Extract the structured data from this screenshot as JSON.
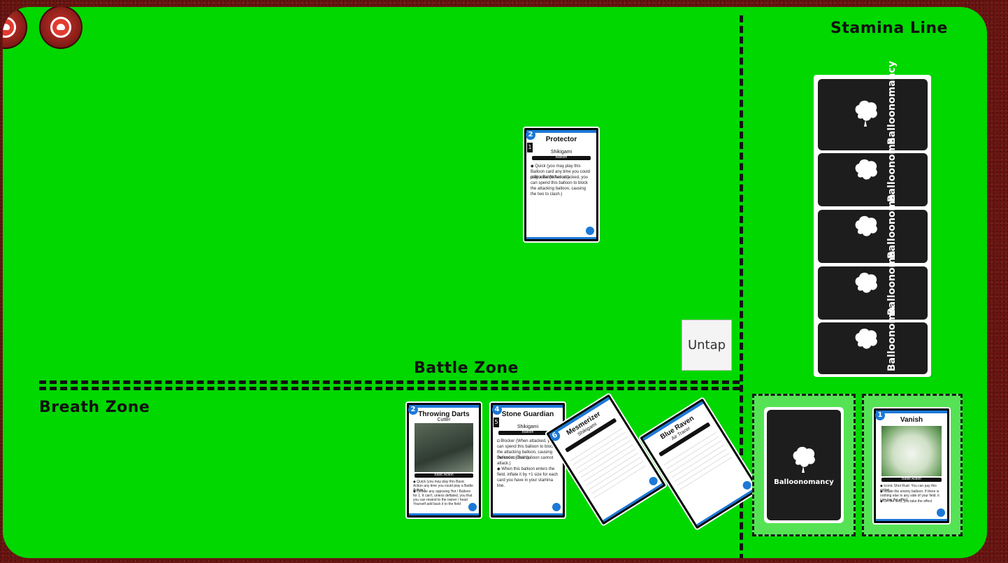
{
  "zones": {
    "stamina_line": "Stamina Line",
    "battle_zone": "Battle Zone",
    "breath_zone": "Breath Zone"
  },
  "controls": {
    "untap_label": "Untap"
  },
  "deck_back_label": "Balloonomancy",
  "stamina_cards": [
    {
      "label": "Balloonomancy"
    },
    {
      "label": "Balloonoma"
    },
    {
      "label": "Balloonoma"
    },
    {
      "label": "Balloonoma"
    },
    {
      "label": "Balloonoma"
    }
  ],
  "battle_cards": [
    {
      "name": "Protector",
      "cost": "2",
      "stamina": "1",
      "type": "Shikigami",
      "sub": "Balloon",
      "text": [
        "◆ Quick (you may play this Balloon card any time you could play a Battle Action.)",
        "◘ Blocker (When attacked, you can spend this balloon to block the attacking balloon, causing the two to clash.)"
      ]
    }
  ],
  "breath_cards": [
    {
      "name": "Throwing Darts",
      "cost": "2",
      "type": "Cutter",
      "sub": "Basic Action",
      "text": [
        "◆ Quick (you may play this Basic Action any time you could play a Battle Action.)",
        "◆ Deflate any opposing Hot / Balloon for 1. It can't, unless deflated, you that you can rewind to the owner / head Yourself add back it to the field"
      ]
    },
    {
      "name": "Stone Guardian",
      "cost": "4",
      "stamina": "5",
      "type": "Shikigami",
      "sub": "Balloon",
      "text": [
        "◘ Blocker (When attacked, you can spend this balloon to block the attacking balloon, causing the two to clash.)",
        "Defender (This balloon cannot attack.)",
        "◆ When this balloon enters the field, inflate it by +1 size for each card you have in your stamina line."
      ]
    },
    {
      "name": "Mesmerizer",
      "cost": "6",
      "type": "Shikigami"
    },
    {
      "name": "Blue Raven",
      "type": "Air Tracer"
    }
  ],
  "hand_card": {
    "name": "Vanish",
    "cost": "1",
    "sub": "Battle Action",
    "text": [
      "◆ Iconic Shot Rust: You can pay this action.",
      "◆ Inflate the enemy balloon. If there is nothing else in any side of your field. it can pay the effect.",
      "◆ On the field, you take the effect"
    ]
  }
}
